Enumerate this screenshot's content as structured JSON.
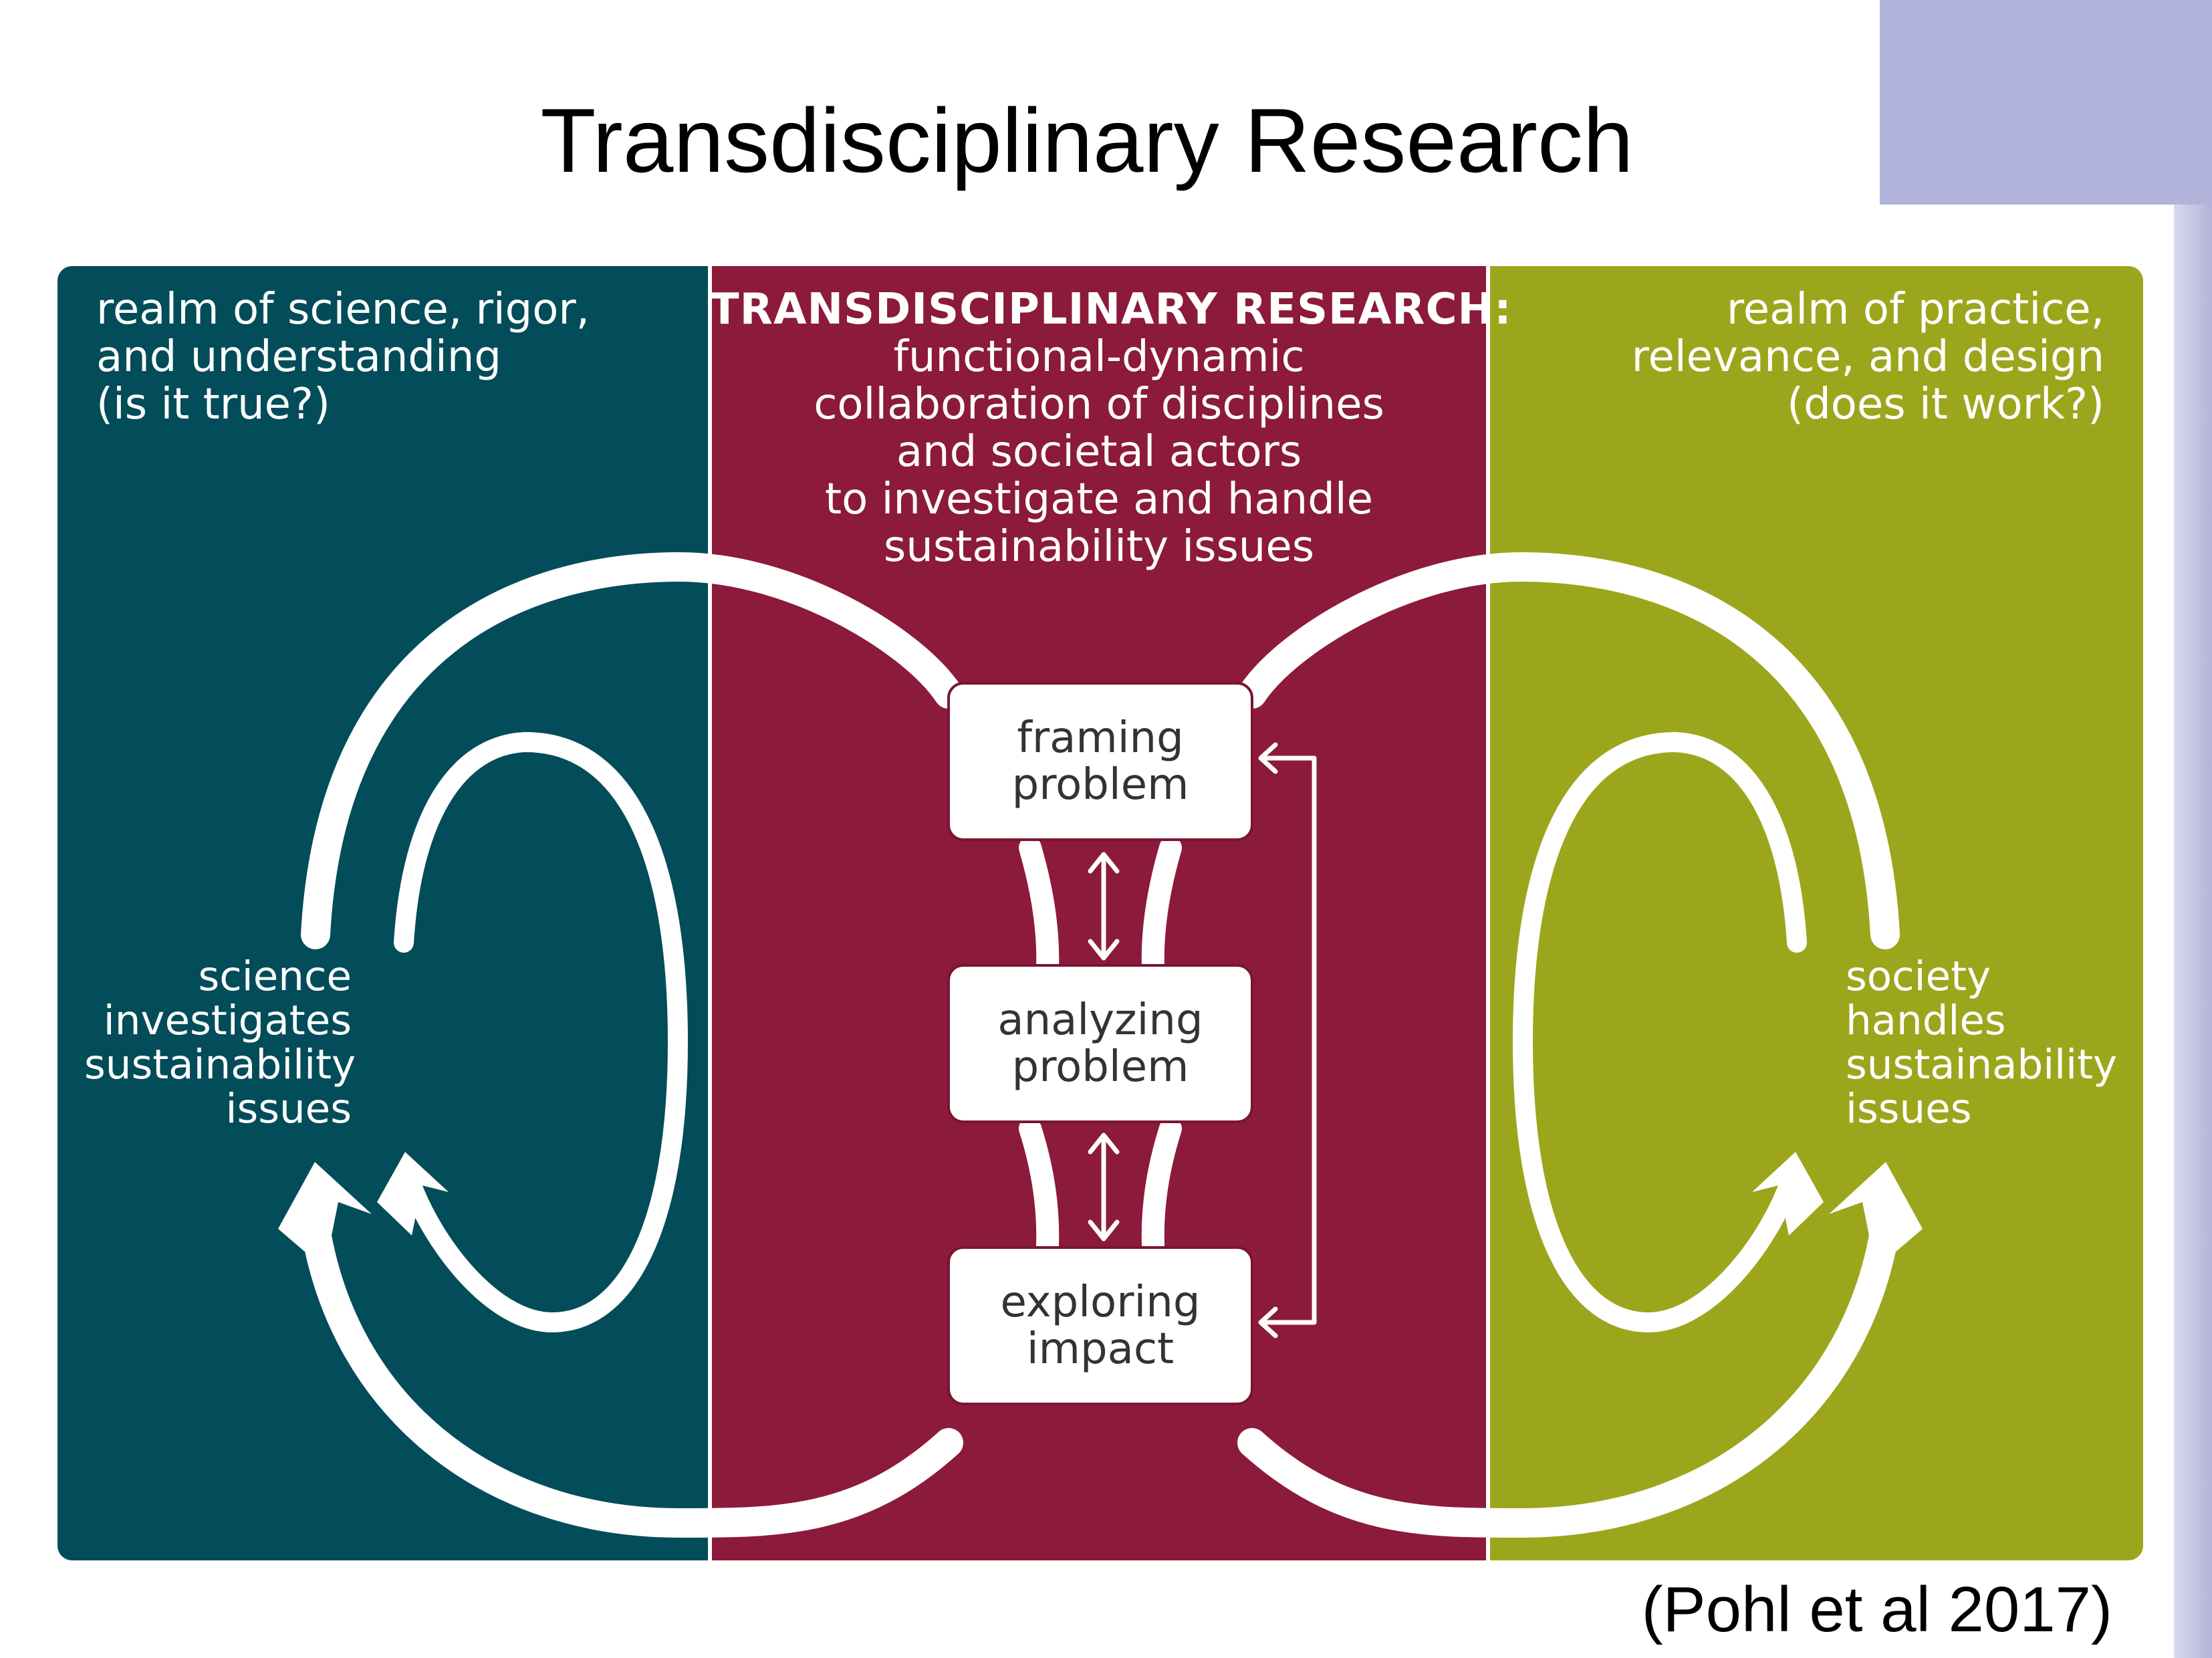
{
  "title": "Transdisciplinary Research",
  "colors": {
    "science_panel": "#034c59",
    "research_panel": "#8c1a3a",
    "practice_panel": "#9ca61c",
    "accent_band": "#b2b3da",
    "arrows": "#ffffff"
  },
  "science_realm": {
    "heading_lines": [
      "realm of science, rigor,",
      "and understanding",
      "(is it true?)"
    ],
    "label_lines": [
      "science",
      "investigates",
      "sustainability",
      "issues"
    ]
  },
  "transdisciplinary_research": {
    "heading": "TRANSDISCIPLINARY RESEARCH:",
    "description_lines": [
      "functional-dynamic",
      "collaboration of disciplines",
      "and societal actors",
      "to investigate and handle",
      "sustainability issues"
    ],
    "steps": [
      {
        "lines": [
          "framing",
          "problem"
        ]
      },
      {
        "lines": [
          "analyzing",
          "problem"
        ]
      },
      {
        "lines": [
          "exploring",
          "impact"
        ]
      }
    ]
  },
  "practice_realm": {
    "heading_lines": [
      "realm of practice,",
      "relevance, and design",
      "(does it work?)"
    ],
    "label_lines": [
      "society",
      "handles",
      "sustainability",
      "issues"
    ]
  },
  "citation": "(Pohl et al 2017)"
}
